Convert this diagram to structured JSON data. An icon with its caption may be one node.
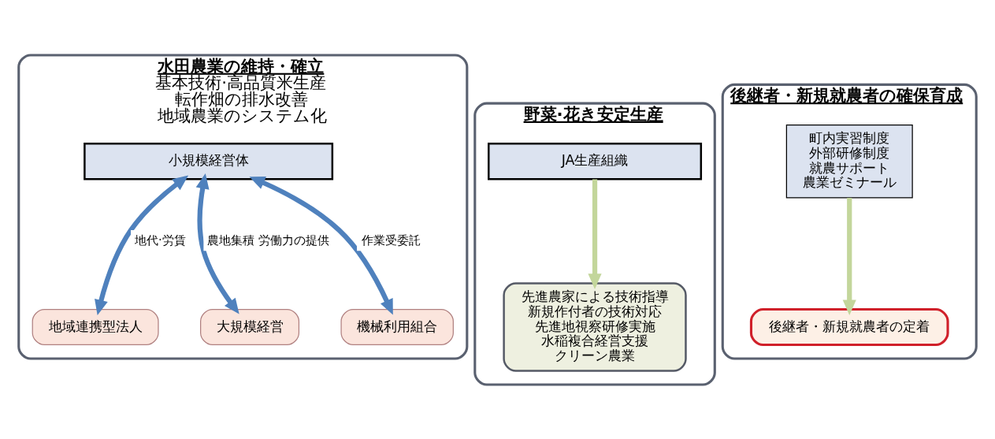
{
  "diagram": {
    "nodes": [
      {
        "text": [
          "水田農業の維持・確立",
          "基本技術·高品質米生産",
          "転作畑の排水改善",
          "地域農業のシステム化"
        ]
      },
      {
        "text": [
          "小規模経営体"
        ],
        "in": 0
      },
      {
        "text": [
          "地域連携型法人"
        ],
        "in": 0
      },
      {
        "text": [
          "大規模経営"
        ],
        "in": 0
      },
      {
        "text": [
          "機械利用組合"
        ],
        "in": 0
      },
      {
        "text": [
          "野菜·花き安定生産"
        ]
      },
      {
        "text": [
          "JA生産組織"
        ],
        "in": 5
      },
      {
        "text": [
          "先進農家による技術指導",
          "新規作付者の技術対応",
          "先進地視察研修実施",
          "水稲複合経営支援",
          "クリーン農業"
        ],
        "in": 5
      },
      {
        "text": [
          "後継者・新規就農者の確保育成"
        ]
      },
      {
        "text": [
          "町内実習制度",
          "外部研修制度",
          "就農サポート",
          "農業ゼミナール"
        ],
        "in": 8
      },
      {
        "text": [
          "後継者・新規就農者の定着"
        ],
        "in": 8
      }
    ],
    "edges": [
      {
        "from": 1,
        "to": 2,
        "arrow": "both",
        "label": "地代·労賃"
      },
      {
        "from": 1,
        "to": 3,
        "arrow": "both",
        "label": "農地集積 労働力の提供"
      },
      {
        "from": 1,
        "to": 4,
        "arrow": "both",
        "label": "作業受委託"
      },
      {
        "from": 6,
        "to": 7,
        "arrow": "to",
        "color": "#c3d69b"
      },
      {
        "from": 9,
        "to": 10,
        "arrow": "to",
        "color": "#c3d69b"
      }
    ]
  }
}
